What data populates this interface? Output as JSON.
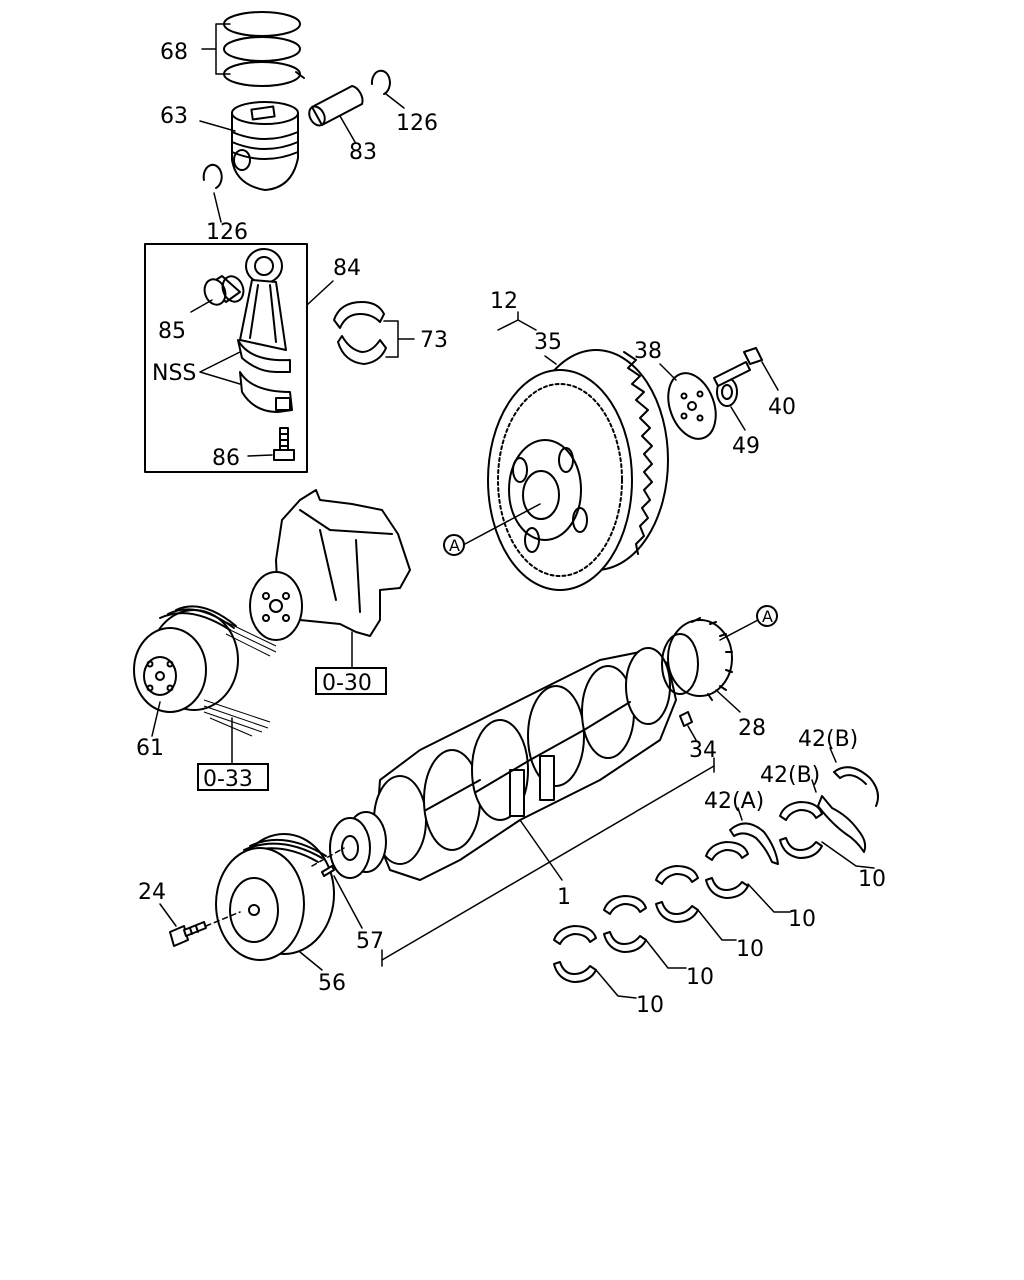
{
  "callouts": {
    "c68": "68",
    "c63": "63",
    "c83": "83",
    "c126a": "126",
    "c126b": "126",
    "c84": "84",
    "c85": "85",
    "c73": "73",
    "cNSS": "NSS",
    "c86": "86",
    "c12": "12",
    "c35": "35",
    "c38": "38",
    "c40": "40",
    "c49": "49",
    "cA1": "A",
    "cA2": "A",
    "c30ref": "0-30",
    "c33ref": "0-33",
    "c61": "61",
    "c28": "28",
    "c34": "34",
    "c42B1": "42(B)",
    "c42B2": "42(B)",
    "c42A": "42(A)",
    "c10a": "10",
    "c10b": "10",
    "c10c": "10",
    "c10d": "10",
    "c10e": "10",
    "c1": "1",
    "c24": "24",
    "c57": "57",
    "c56": "56"
  }
}
